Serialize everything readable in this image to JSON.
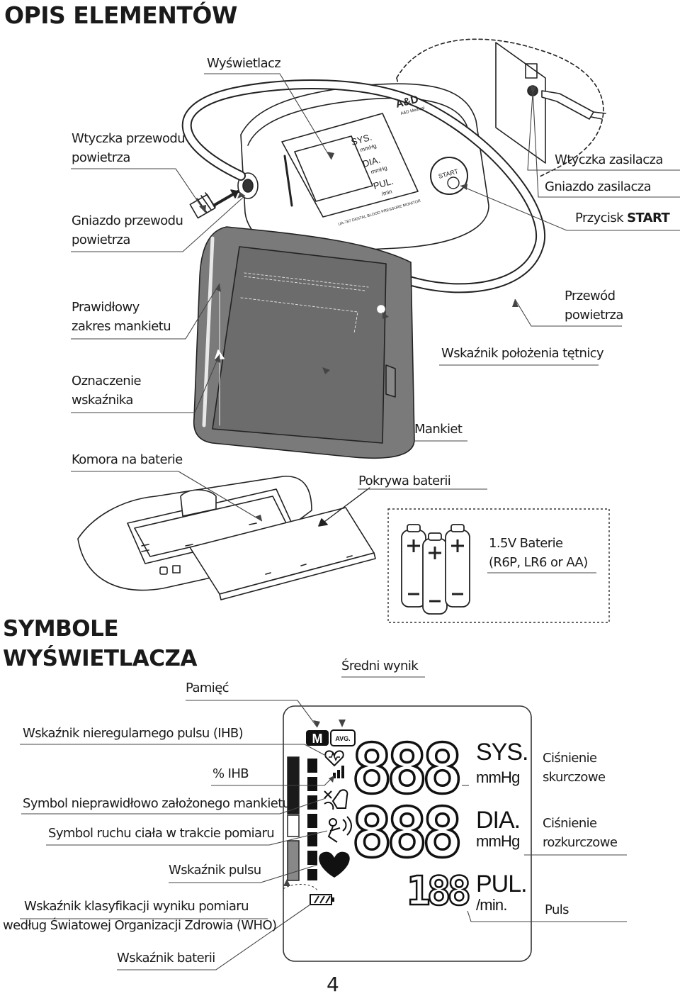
{
  "headings": {
    "components": "OPIS ELEMENTÓW",
    "display_symbols": [
      "SYMBOLE",
      "WYŚWIETLACZA"
    ]
  },
  "labels": {
    "display": "Wyświetlacz",
    "air_plug": [
      "Wtyczka przewodu",
      "powietrza"
    ],
    "air_socket": [
      "Gniazdo przewodu",
      "powietrza"
    ],
    "ac_plug": "Wtyczka zasilacza",
    "ac_socket": "Gniazdo zasilacza",
    "start_button_prefix": "Przycisk ",
    "start_button_bold": "START",
    "air_tube": [
      "Przewód",
      "powietrza"
    ],
    "cuff_range": [
      "Prawidłowy",
      "zakres mankietu"
    ],
    "index_mark": [
      "Oznaczenie",
      "wskaźnika"
    ],
    "artery_mark": "Wskaźnik położenia tętnicy",
    "cuff": "Mankiet",
    "battery_compartment": "Komora na baterie",
    "battery_cover": "Pokrywa baterii",
    "batteries": [
      "1.5V Baterie",
      "(R6P, LR6 or AA)"
    ],
    "average": "Średni wynik",
    "memory": "Pamięć",
    "ihb": "Wskaźnik nieregularnego pulsu (IHB)",
    "ihb_percent": "% IHB",
    "cuff_fit": "Symbol nieprawidłowo założonego mankietu",
    "movement": "Symbol ruchu ciała w trakcie pomiaru",
    "pulse_indicator": "Wskaźnik pulsu",
    "who": [
      "Wskaźnik klasyfikacji wyniku pomiaru",
      "według Światowej Organizacji Zdrowia (WHO)"
    ],
    "battery_indicator": "Wskaźnik baterii",
    "systolic": [
      "Ciśnienie",
      "skurczowe"
    ],
    "diastolic": [
      "Ciśnienie",
      "rozkurczowe"
    ],
    "pulse": "Puls"
  },
  "device": {
    "brand": "A&D",
    "brand_sub": "A&D Medical",
    "sys": "SYS.",
    "dia": "DIA.",
    "pul": "PUL.",
    "mmhg": "mmHg",
    "per_min": "/min",
    "start": "START",
    "model": "UA-787 DIGITAL BLOOD PRESSURE MONITOR"
  },
  "lcd": {
    "memory_icon": "M",
    "avg_icon": "AVG.",
    "digits_sys": "888",
    "digits_dia": "888",
    "digits_pul": "188",
    "sys": "SYS.",
    "dia": "DIA.",
    "pul": "PUL.",
    "mmhg": "mmHg",
    "per_min": "/min."
  },
  "page_number": "4"
}
